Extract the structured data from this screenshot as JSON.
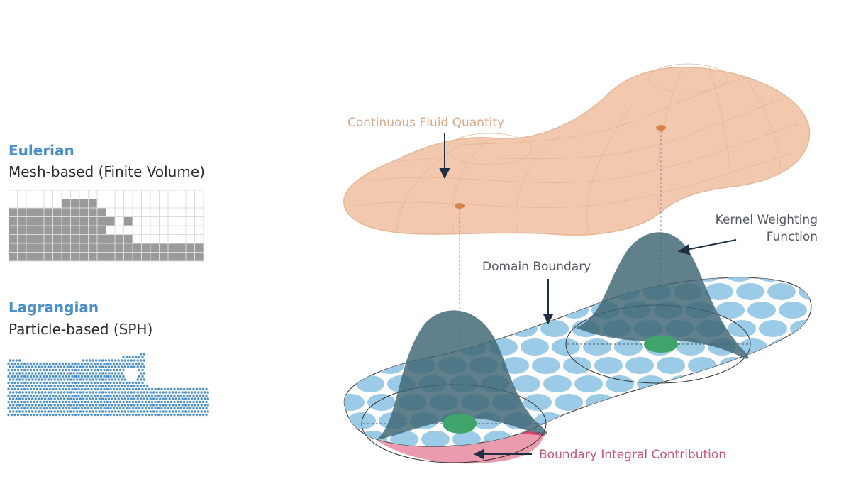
{
  "left_panel": {
    "eulerian": {
      "title": "Eulerian",
      "subtitle": "Mesh-based (Finite Volume)"
    },
    "lagrangian": {
      "title": "Lagrangian",
      "subtitle": "Particle-based (SPH)"
    }
  },
  "diagram": {
    "labels": {
      "continuous_fluid": "Continuous Fluid Quantity",
      "kernel_line1": "Kernel Weighting",
      "kernel_line2": "Function",
      "domain_boundary": "Domain Boundary",
      "boundary_integral": "Boundary Integral Contribution"
    },
    "colors": {
      "surface": "#f2c9ae",
      "particle": "#9ccbe8",
      "kernel": "#3d6473",
      "center": "#3fa56a",
      "boundary": "#e17d93",
      "mesh_fill": "#9a9a9a"
    }
  }
}
